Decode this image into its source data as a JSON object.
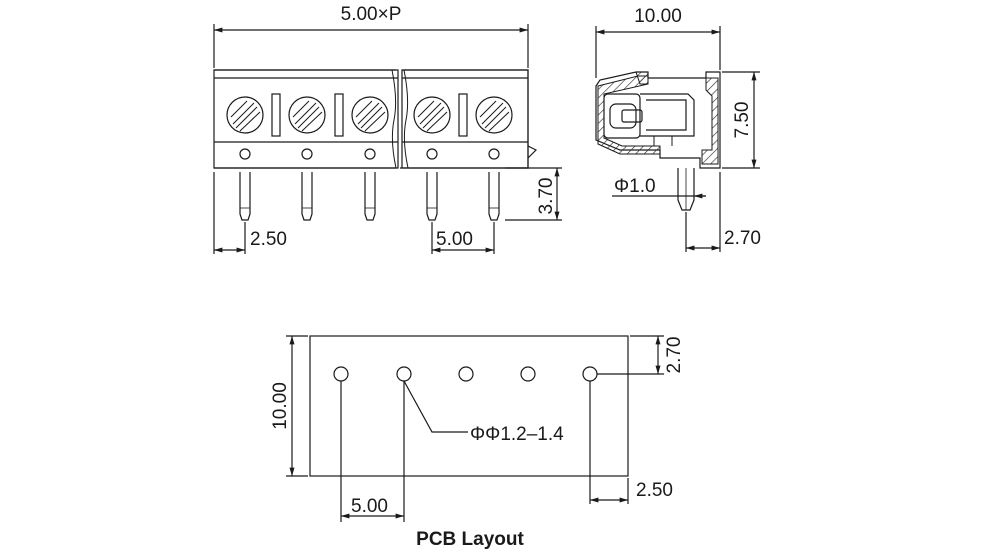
{
  "front_view": {
    "overall_width": "5.00×P",
    "pin_offset": "2.50",
    "pitch": "5.00",
    "pin_length": "3.70",
    "terminal_count": 5
  },
  "side_view": {
    "width": "10.00",
    "height": "7.50",
    "pin_diameter": "Φ1.0",
    "pin_offset": "2.70"
  },
  "pcb_layout": {
    "title": "PCB Layout",
    "height": "10.00",
    "hole_offset_top": "2.70",
    "hole_diameter": "ΦΦ1.2–1.4",
    "pitch": "5.00",
    "edge_offset": "2.50",
    "hole_count": 5
  },
  "colors": {
    "line": "#1a1a1a",
    "hatch": "#333333",
    "background": "#ffffff"
  }
}
